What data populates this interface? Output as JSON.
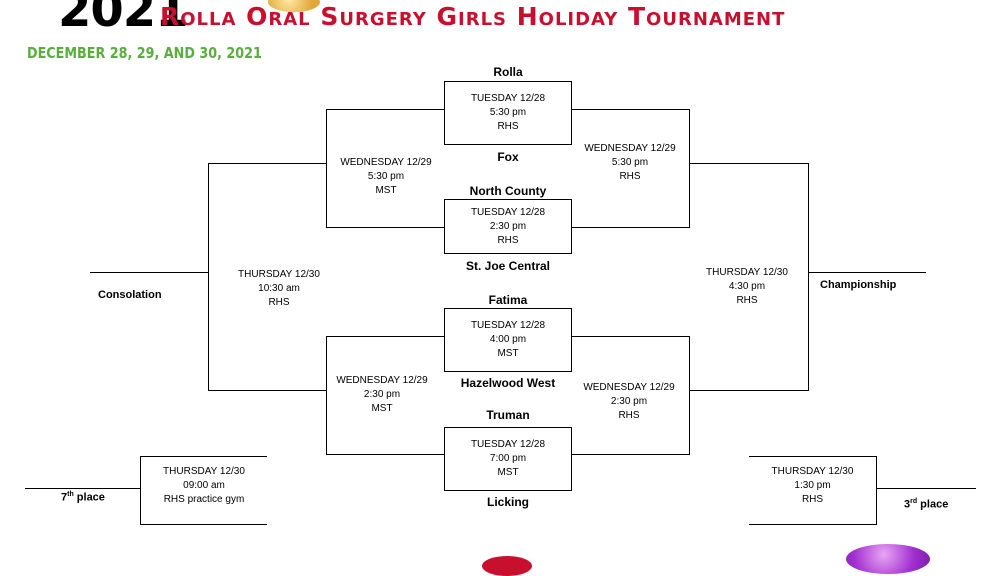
{
  "header": {
    "year": "2021",
    "title": "Rolla Oral Surgery Girls Holiday Tournament",
    "dates": "DECEMBER 28, 29, AND 30, 2021"
  },
  "teams": {
    "rolla": "Rolla",
    "fox": "Fox",
    "north_county": "North County",
    "st_joe_central": "St. Joe Central",
    "fatima": "Fatima",
    "hazelwood_west": "Hazelwood West",
    "truman": "Truman",
    "licking": "Licking"
  },
  "games": {
    "g1": {
      "day": "TUESDAY 12/28",
      "time": "5:30 pm",
      "site": "RHS"
    },
    "g2": {
      "day": "TUESDAY 12/28",
      "time": "2:30 pm",
      "site": "RHS"
    },
    "g3": {
      "day": "TUESDAY 12/28",
      "time": "4:00 pm",
      "site": "MST"
    },
    "g4": {
      "day": "TUESDAY 12/28",
      "time": "7:00 pm",
      "site": "MST"
    },
    "cons_top": {
      "day": "WEDNESDAY 12/29",
      "time": "5:30 pm",
      "site": "MST"
    },
    "win_top": {
      "day": "WEDNESDAY 12/29",
      "time": "5:30 pm",
      "site": "RHS"
    },
    "cons_bot": {
      "day": "WEDNESDAY 12/29",
      "time": "2:30 pm",
      "site": "MST"
    },
    "win_bot": {
      "day": "WEDNESDAY  12/29",
      "time": "2:30 pm",
      "site": "RHS"
    },
    "consolation": {
      "day": "THURSDAY  12/30",
      "time": "10:30 am",
      "site": "RHS"
    },
    "championship": {
      "day": "THURSDAY  12/30",
      "time": "4:30 pm",
      "site": "RHS"
    },
    "seventh": {
      "day": "THURSDAY  12/30",
      "time": "09:00 am",
      "site": "RHS practice gym"
    },
    "third": {
      "day": "THURSDAY  12/30",
      "time": "1:30 pm",
      "site": "RHS"
    }
  },
  "labels": {
    "consolation": "Consolation",
    "championship": "Championship",
    "seventh_num": "7",
    "seventh_sup": "th",
    "seventh_word": " place",
    "third_num": "3",
    "third_sup": "rd",
    "third_word": " place"
  },
  "colors": {
    "title": "#c8102e",
    "dates": "#5aae3d"
  }
}
